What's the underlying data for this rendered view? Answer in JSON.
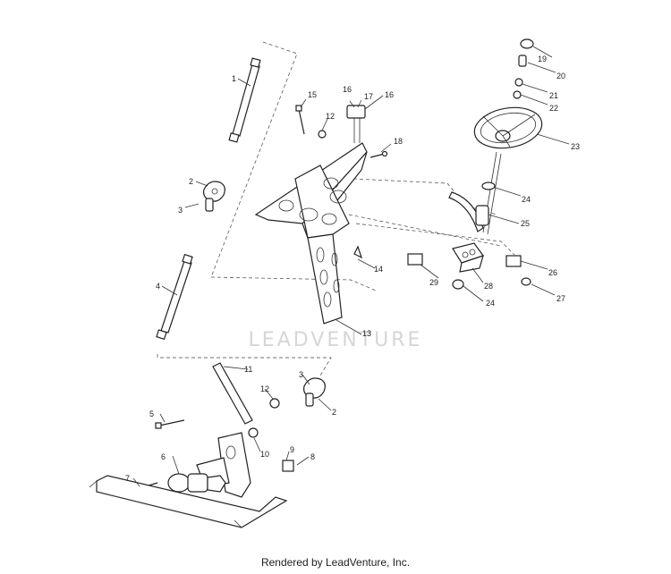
{
  "watermark": "LEADVENTURE",
  "footer": "Rendered by LeadVenture, Inc.",
  "callouts": [
    "1",
    "2",
    "3",
    "4",
    "5",
    "6",
    "7",
    "8",
    "9",
    "10",
    "11",
    "12",
    "13",
    "14",
    "15",
    "16",
    "17",
    "19",
    "20",
    "21",
    "22",
    "23",
    "24",
    "25",
    "26",
    "27",
    "28",
    "29"
  ],
  "callouts_repeat": [
    "2",
    "3",
    "12",
    "16",
    "18",
    "24"
  ]
}
